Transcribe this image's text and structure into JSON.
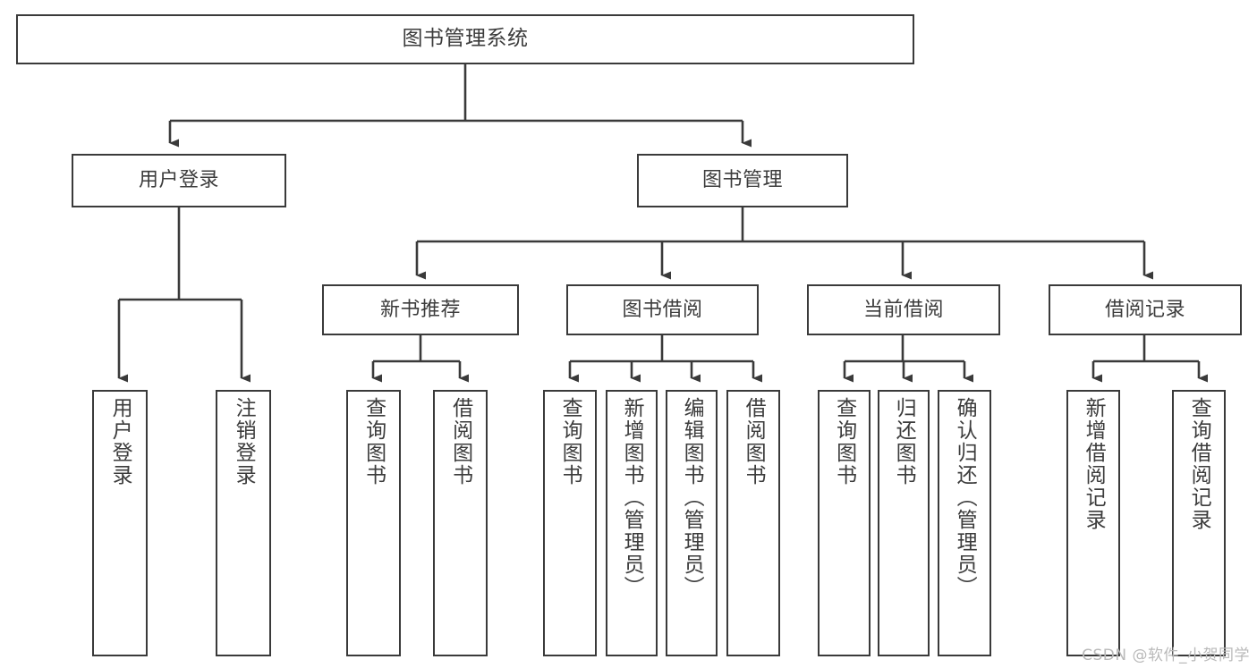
{
  "diagram": {
    "title": "图书管理系统",
    "type": "hierarchy-tree",
    "watermark": "CSDN @软件_小贺同学",
    "colors": {
      "stroke": "#3a3a3a",
      "text": "#3c3c3c",
      "background": "#ffffff",
      "watermark": "#b9b9b9"
    },
    "nodes": {
      "root": {
        "label": "图书管理系统"
      },
      "level1": [
        {
          "label": "用户登录"
        },
        {
          "label": "图书管理"
        }
      ],
      "level2": [
        {
          "label": "新书推荐"
        },
        {
          "label": "图书借阅"
        },
        {
          "label": "当前借阅"
        },
        {
          "label": "借阅记录"
        }
      ],
      "leaves": {
        "user_login": [
          {
            "label": "用户登录"
          },
          {
            "label": "注销登录"
          }
        ],
        "new_book": [
          {
            "label": "查询图书"
          },
          {
            "label": "借阅图书"
          }
        ],
        "book_borrow": [
          {
            "label": "查询图书"
          },
          {
            "label": "新增图书（管理员）"
          },
          {
            "label": "编辑图书（管理员）"
          },
          {
            "label": "借阅图书"
          }
        ],
        "current_borrow": [
          {
            "label": "查询图书"
          },
          {
            "label": "归还图书"
          },
          {
            "label": "确认归还（管理员）"
          }
        ],
        "borrow_record": [
          {
            "label": "新增借阅记录"
          },
          {
            "label": "查询借阅记录"
          }
        ]
      }
    }
  }
}
